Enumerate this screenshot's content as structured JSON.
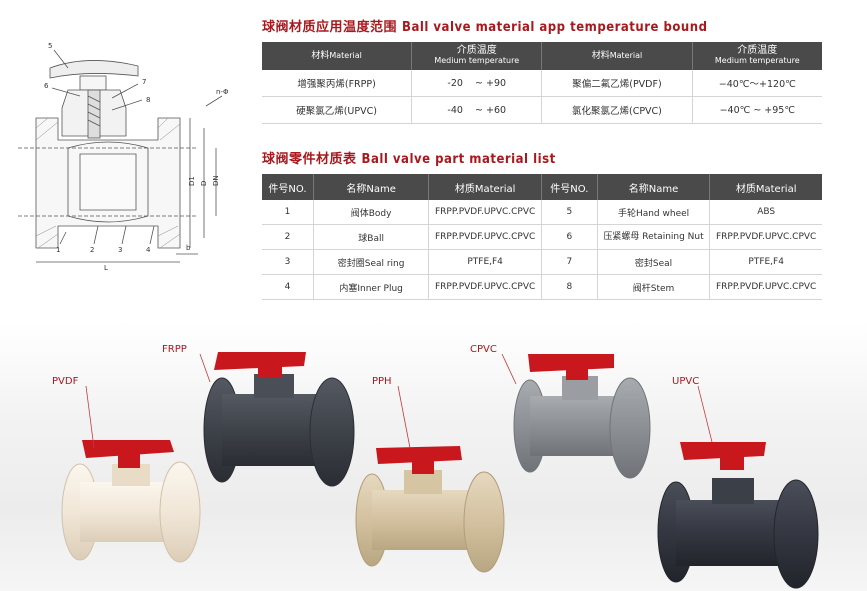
{
  "drawing": {
    "callouts": [
      "5",
      "6",
      "7",
      "8",
      "1",
      "2",
      "3",
      "4"
    ],
    "dimensions": [
      "DN",
      "D",
      "D1",
      "n-Φ",
      "L",
      "b"
    ]
  },
  "temp_section": {
    "title_zh": "球阀材质应用温度范围",
    "title_en": "Ball valve material app temperature bound",
    "headers": [
      {
        "zh": "材料",
        "en": "Material"
      },
      {
        "zh": "介质温度",
        "en": "Medium temperature"
      },
      {
        "zh": "材料",
        "en": "Material"
      },
      {
        "zh": "介质温度",
        "en": "Medium temperature"
      }
    ],
    "rows": [
      [
        "增强聚丙烯(FRPP)",
        "-20    ~ +90",
        "聚偏二氟乙烯(PVDF)",
        "−40℃～+120℃"
      ],
      [
        "硬聚氯乙烯(UPVC)",
        "-40    ~ +60",
        "氯化聚氯乙烯(CPVC)",
        "−40℃ ~ +95℃"
      ]
    ]
  },
  "parts_section": {
    "title_zh": "球阀零件材质表",
    "title_en": "Ball valve part material list",
    "headers": [
      "件号NO.",
      "名称Name",
      "材质Material",
      "件号NO.",
      "名称Name",
      "材质Material"
    ],
    "rows": [
      [
        "1",
        "阀体Body",
        "FRPP.PVDF.UPVC.CPVC",
        "5",
        "手轮Hand wheel",
        "ABS"
      ],
      [
        "2",
        "球Ball",
        "FRPP.PVDF.UPVC.CPVC",
        "6",
        "压紧螺母 Retaining Nut",
        "FRPP.PVDF.UPVC.CPVC"
      ],
      [
        "3",
        "密封圈Seal ring",
        "PTFE,F4",
        "7",
        "密封Seal",
        "PTFE,F4"
      ],
      [
        "4",
        "内塞Inner Plug",
        "FRPP.PVDF.UPVC.CPVC",
        "8",
        "阀杆Stem",
        "FRPP.PVDF.UPVC.CPVC"
      ]
    ]
  },
  "products": {
    "labels": [
      "PVDF",
      "FRPP",
      "PPH",
      "CPVC",
      "UPVC"
    ],
    "colors": {
      "handle": "#c8171d",
      "pvdf": "#f4ece0",
      "frpp": "#3f434a",
      "pph": "#d8c8aa",
      "cpvc": "#8d9196",
      "upvc": "#353841"
    }
  }
}
